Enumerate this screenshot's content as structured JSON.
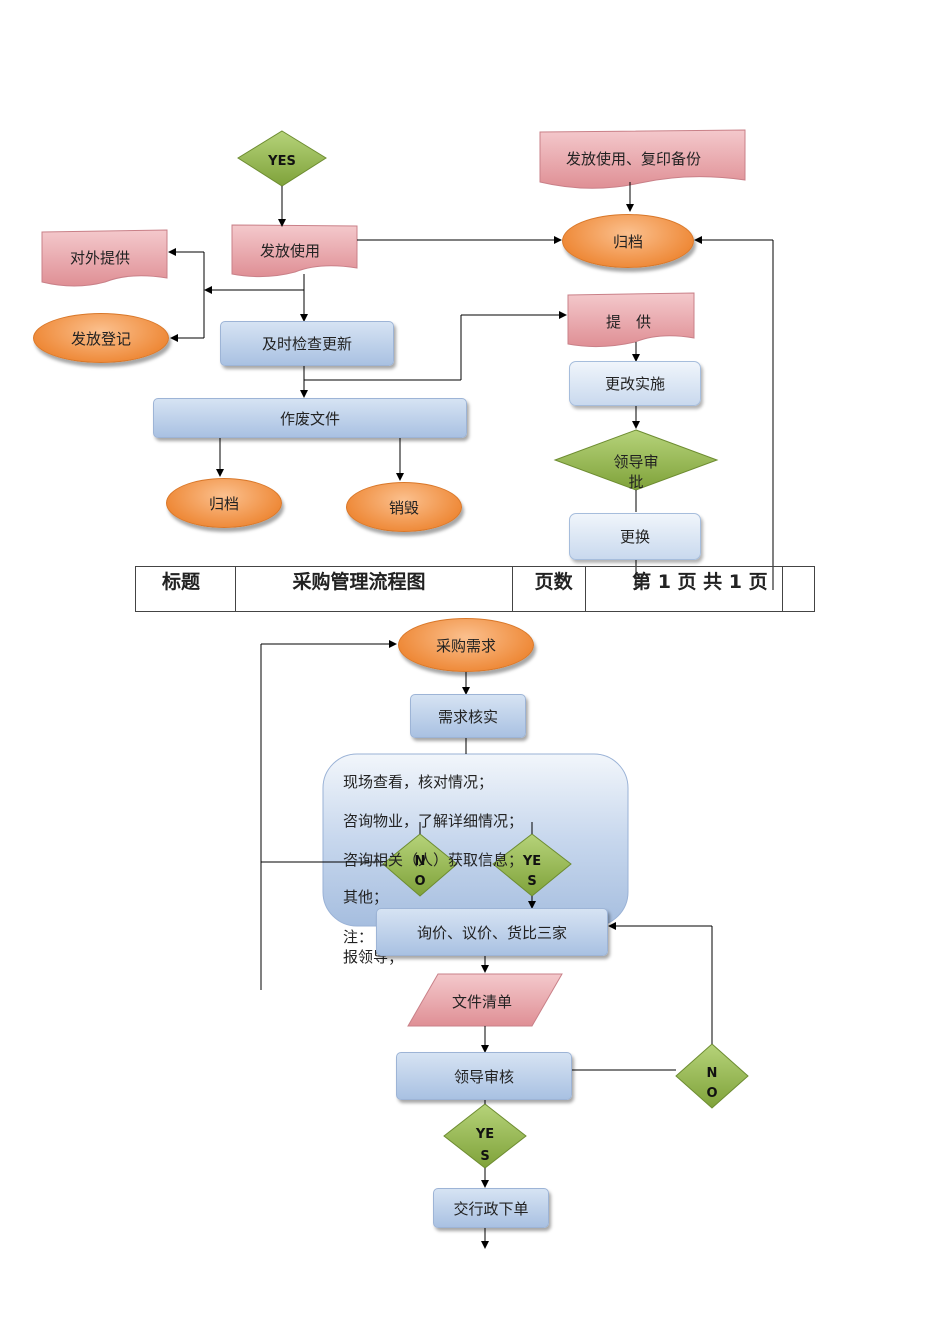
{
  "top": {
    "yes_top": "YES",
    "faf_use_copy": "发放使用、复印备份",
    "archive_right": "归档",
    "external_provide": "对外提供",
    "issue_use": "发放使用",
    "issue_register": "发放登记",
    "provide": "提　供",
    "timely_check_update": "及时检查更新",
    "change_implement": "更改实施",
    "void_file": "作废文件",
    "leader_approve": "领导审批",
    "archive_left": "归档",
    "destroy": "销毁",
    "replace": "更换"
  },
  "header_table": {
    "label_title": "标题",
    "title_value": "采购管理流程图",
    "label_pages": "页数",
    "pages_value": "第 1 页 共 1 页"
  },
  "bottom": {
    "purchase_need": "采购需求",
    "need_verify": "需求核实",
    "big_box_lines": [
      "现场查看，核对情况；",
      "咨询物业，了解详细情况；",
      "咨询相关（人）获取信息；",
      "其他；"
    ],
    "note_line1": "注：",
    "note_line2": "报领导；",
    "no_mid": "NO",
    "yes_mid": "YES",
    "inquiry": "询价、议价、货比三家",
    "file_list": "文件清单",
    "leader_review": "领导审核",
    "no_right": "NO",
    "yes_bottom": "YES",
    "to_admin_order": "交行政下单"
  },
  "colors": {
    "orange": "#ee8836",
    "blue_box": "#a9c1e2",
    "pink_doc": "#e8a0a5",
    "green_diamond": "#8fb04a"
  }
}
